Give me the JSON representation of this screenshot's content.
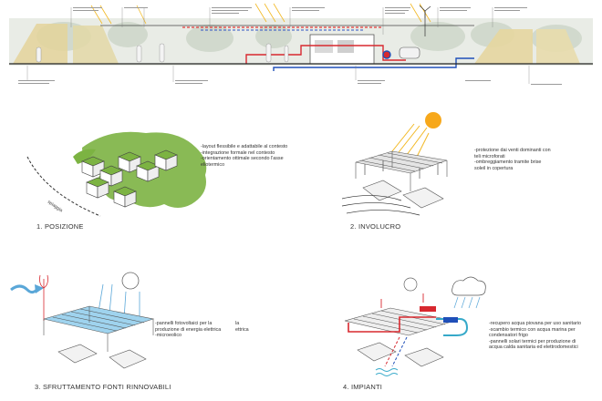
{
  "section_annotations_top": [
    "",
    "",
    "",
    "",
    "",
    "",
    "",
    "",
    ""
  ],
  "section_annotations_bottom": [
    "",
    "",
    "",
    "",
    "",
    ""
  ],
  "panels": [
    {
      "title": "1. POSIZIONE",
      "notes": [
        "-layout flessibile e adattabile al contesto",
        "-integrazione formale nel contesto",
        "-orientamento ottimale secondo l'asse",
        "eliotermico"
      ],
      "map_label": "spiaggia"
    },
    {
      "title": "2. INVOLUCRO",
      "notes": [
        "-protezione dai venti dominanti con",
        "teli microforati",
        "-ombreggiamento tramite brise",
        "soleil in copertura"
      ]
    },
    {
      "title": "3. SFRUTTAMENTO FONTI RINNOVABILI",
      "notes": [
        "-pannelli fotovoltaici per la",
        "produzione di energia elettrica",
        "-microeolico"
      ],
      "notes_side": [
        "la",
        "ettrica"
      ]
    },
    {
      "title": "4. IMPIANTI",
      "notes": [
        "-recupero acqua piovana per uso sanitario",
        "-scambio termico con acqua marina per",
        "condensatori frigo",
        "-pannelli solari termici per produzione di",
        "acqua calda sanitaria ed elettrodomestici"
      ]
    }
  ],
  "colors": {
    "vegetation_green": "#7cb342",
    "solar_yellow": "#f2b822",
    "sun_orange": "#f7a81b",
    "wind_blue": "#5aa7d8",
    "pv_cyan": "#9fd3ee",
    "hot_red": "#d8282f",
    "cold_blue": "#1f4fb8",
    "water_cyan": "#36a9c9"
  }
}
